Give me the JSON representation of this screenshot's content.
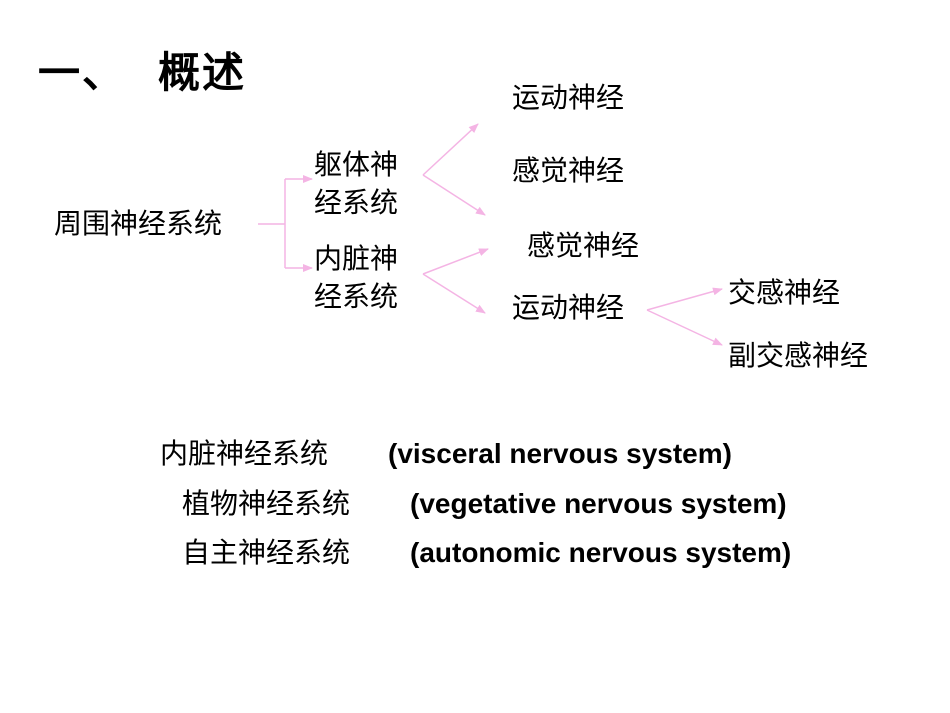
{
  "slide": {
    "title_number": "一、",
    "title_text": "概述"
  },
  "diagram": {
    "root": "周围神经系统",
    "somatic": {
      "line1": "躯体神",
      "line2": "经系统",
      "children": [
        "运动神经",
        "感觉神经"
      ]
    },
    "visceral": {
      "line1": "内脏神",
      "line2": "经系统",
      "children": [
        "感觉神经",
        "运动神经"
      ]
    },
    "visceral_motor_children": [
      "交感神经",
      "副交感神经"
    ],
    "connector_color": "#f4b4e4"
  },
  "terms": [
    {
      "zh": "内脏神经系统",
      "en": "(visceral nervous system)"
    },
    {
      "zh": "植物神经系统",
      "en": "(vegetative nervous system)"
    },
    {
      "zh": "自主神经系统",
      "en": "(autonomic nervous system)"
    }
  ]
}
